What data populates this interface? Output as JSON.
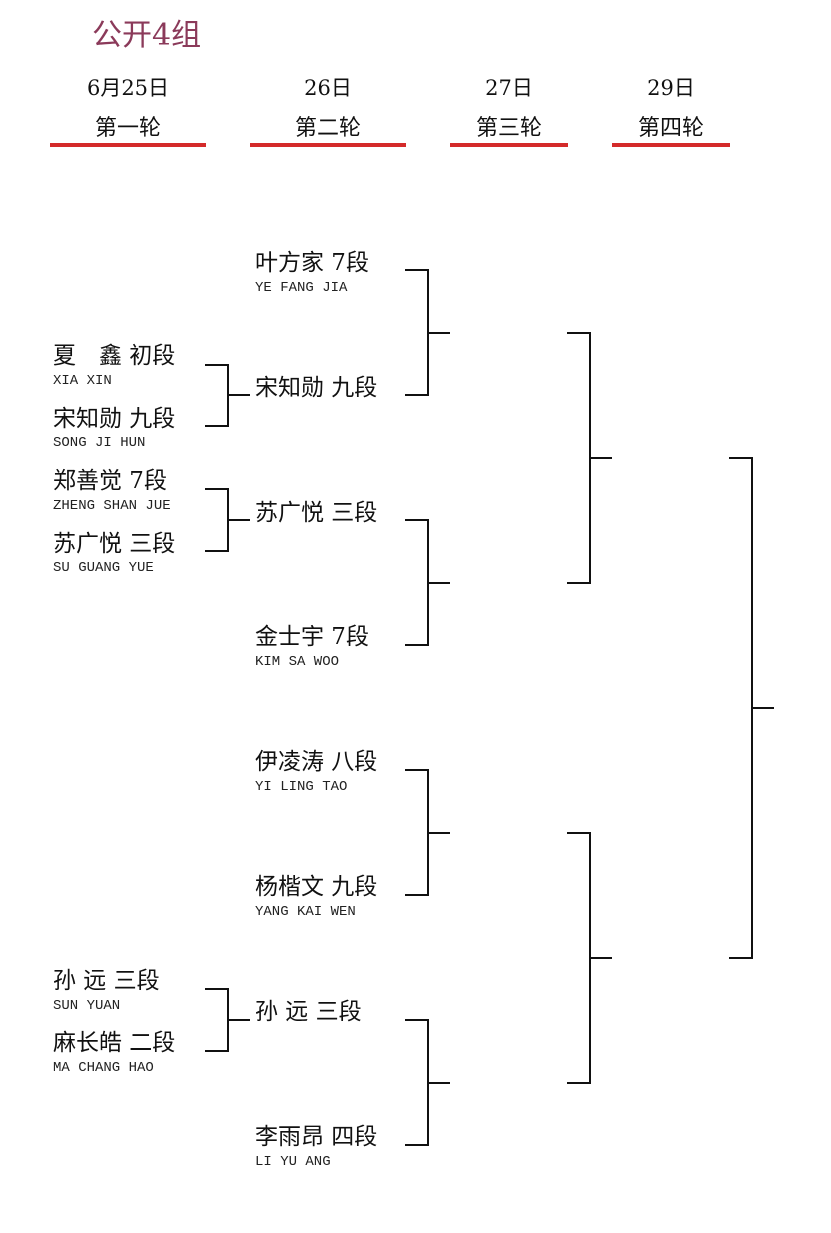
{
  "title": "公开4组",
  "rounds": [
    {
      "date": "6月25日",
      "label": "第一轮"
    },
    {
      "date": "26日",
      "label": "第二轮"
    },
    {
      "date": "27日",
      "label": "第三轮"
    },
    {
      "date": "29日",
      "label": "第四轮"
    }
  ],
  "accent_color": "#d42a2a",
  "round1": [
    {
      "cn": "夏　鑫 初段",
      "en": "XIA XIN"
    },
    {
      "cn": "宋知勋 九段",
      "en": "SONG JI HUN"
    },
    {
      "cn": "郑善觉 7段",
      "en": "ZHENG SHAN JUE"
    },
    {
      "cn": "苏广悦 三段",
      "en": "SU GUANG YUE"
    },
    {
      "cn": "孙 远 三段",
      "en": "SUN YUAN"
    },
    {
      "cn": "麻长皓 二段",
      "en": "MA CHANG HAO"
    }
  ],
  "round2": [
    {
      "cn": "叶方家 7段",
      "en": "YE FANG JIA"
    },
    {
      "cn": "宋知勋 九段",
      "en": ""
    },
    {
      "cn": "苏广悦 三段",
      "en": ""
    },
    {
      "cn": "金士宇 7段",
      "en": "KIM SA WOO"
    },
    {
      "cn": "伊凌涛 八段",
      "en": "YI LING TAO"
    },
    {
      "cn": "杨楷文 九段",
      "en": "YANG KAI WEN"
    },
    {
      "cn": "孙 远 三段",
      "en": ""
    },
    {
      "cn": "李雨昂 四段",
      "en": "LI YU ANG"
    }
  ]
}
